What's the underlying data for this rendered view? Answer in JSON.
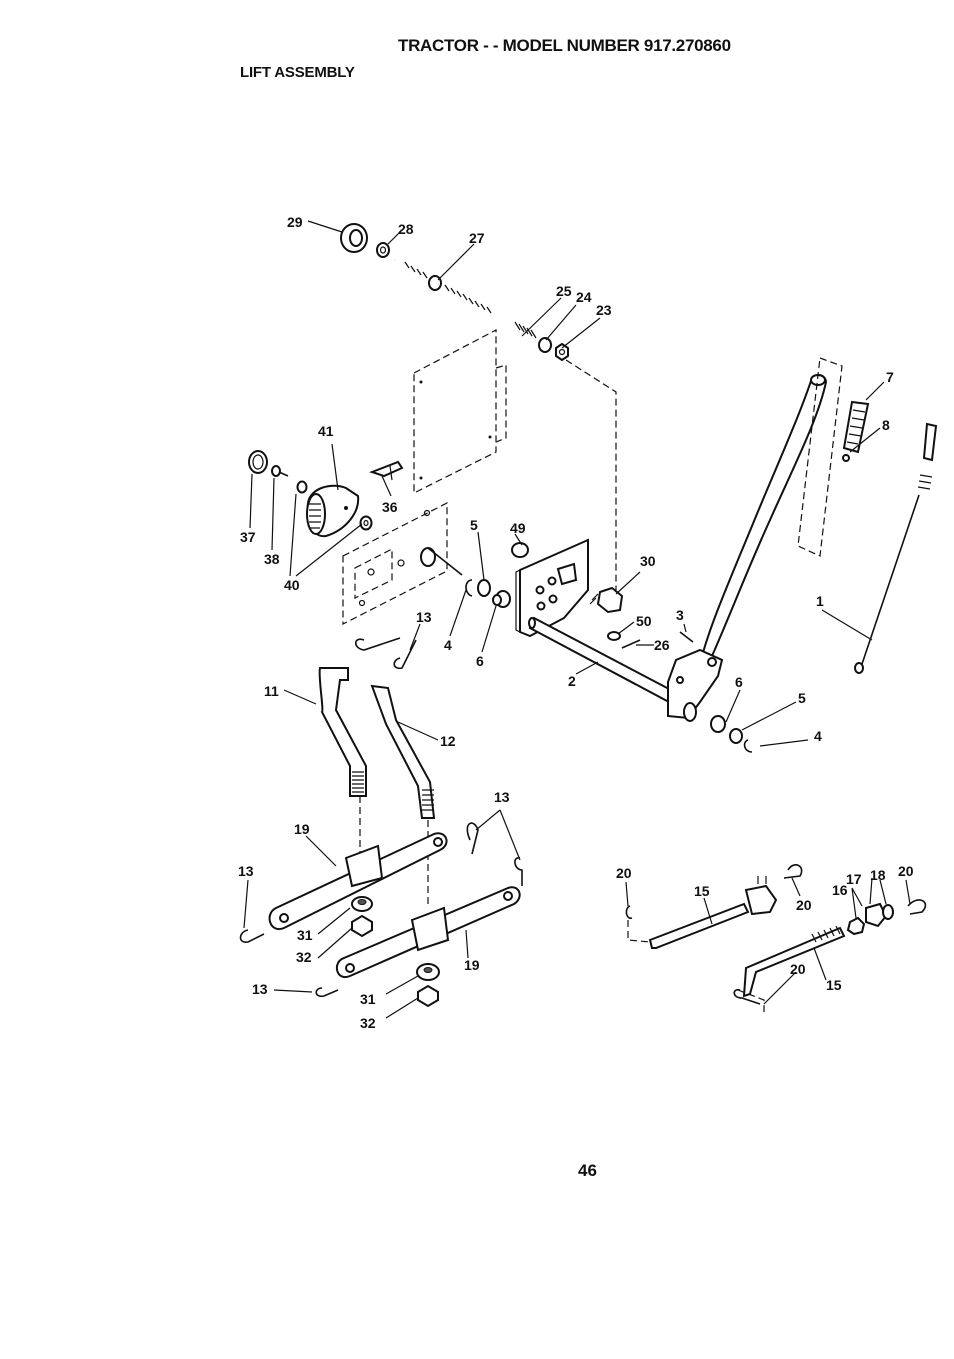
{
  "header": {
    "title": "TRACTOR - - MODEL NUMBER 917.270860",
    "subtitle": "LIFT ASSEMBLY"
  },
  "footer": {
    "page_number": "46"
  },
  "callouts": {
    "c29": "29",
    "c28": "28",
    "c27": "27",
    "c25": "25",
    "c24": "24",
    "c23": "23",
    "c7": "7",
    "c8": "8",
    "c41": "41",
    "c36": "36",
    "c37": "37",
    "c38": "38",
    "c40": "40",
    "c5a": "5",
    "c49": "49",
    "c30": "30",
    "c4a": "4",
    "c6a": "6",
    "c50": "50",
    "c26": "26",
    "c3": "3",
    "c1": "1",
    "c2": "2",
    "c13a": "13",
    "c11": "11",
    "c12": "12",
    "c6b": "6",
    "c5b": "5",
    "c4b": "4",
    "c13b": "13",
    "c19a": "19",
    "c13c": "13",
    "c31a": "31",
    "c32a": "32",
    "c19b": "19",
    "c13d": "13",
    "c31b": "31",
    "c32b": "32",
    "c20a": "20",
    "c15a": "15",
    "c20b": "20",
    "c17": "17",
    "c18": "18",
    "c20c": "20",
    "c16": "16",
    "c20d": "20",
    "c15b": "15"
  }
}
